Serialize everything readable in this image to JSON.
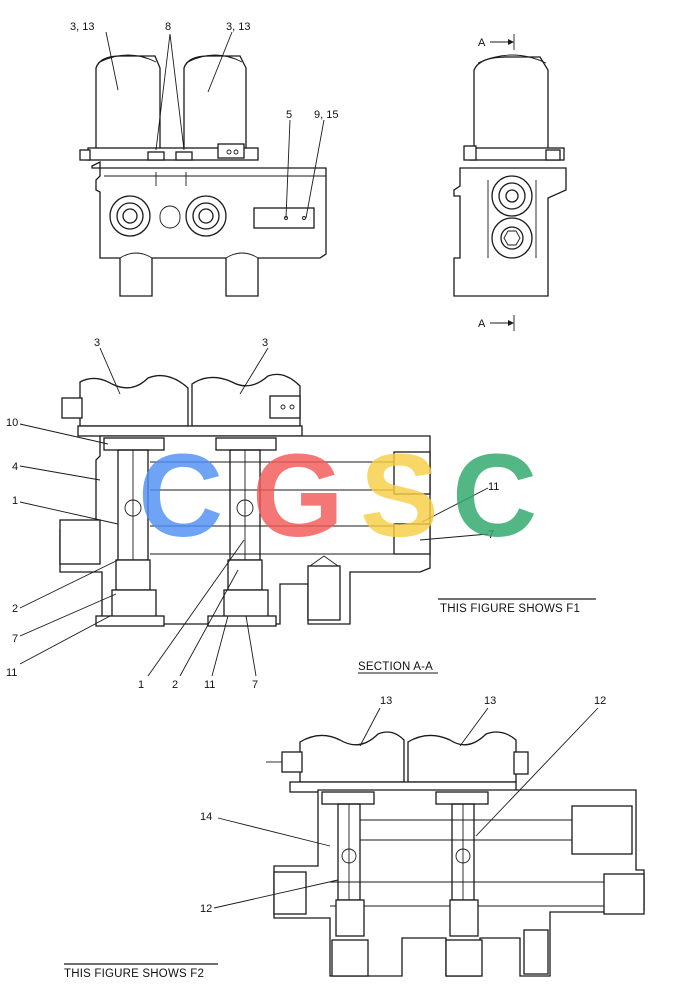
{
  "views": {
    "top_left": {
      "callouts": [
        "3, 13",
        "8",
        "3, 13",
        "5",
        "9, 15"
      ]
    },
    "top_right": {
      "section_marker_top": "A",
      "section_marker_bottom": "A"
    },
    "section_f1": {
      "callouts_left": [
        "3",
        "3",
        "10",
        "4",
        "1",
        "2",
        "7",
        "11"
      ],
      "callouts_bottom": [
        "1",
        "2",
        "11",
        "7"
      ],
      "callouts_right": [
        "11",
        "7"
      ],
      "figure_note": "THIS FIGURE SHOWS  F1",
      "section_title": "SECTION  A-A"
    },
    "section_f2": {
      "callouts": [
        "13",
        "13",
        "12",
        "14",
        "12"
      ],
      "figure_note": "THIS FIGURE SHOWS  F2"
    }
  },
  "watermark": {
    "letters": [
      "C",
      "G",
      "S",
      "C"
    ],
    "colors": [
      "#4f8ff5",
      "#f25a57",
      "#f7cf45",
      "#2da86a"
    ]
  }
}
